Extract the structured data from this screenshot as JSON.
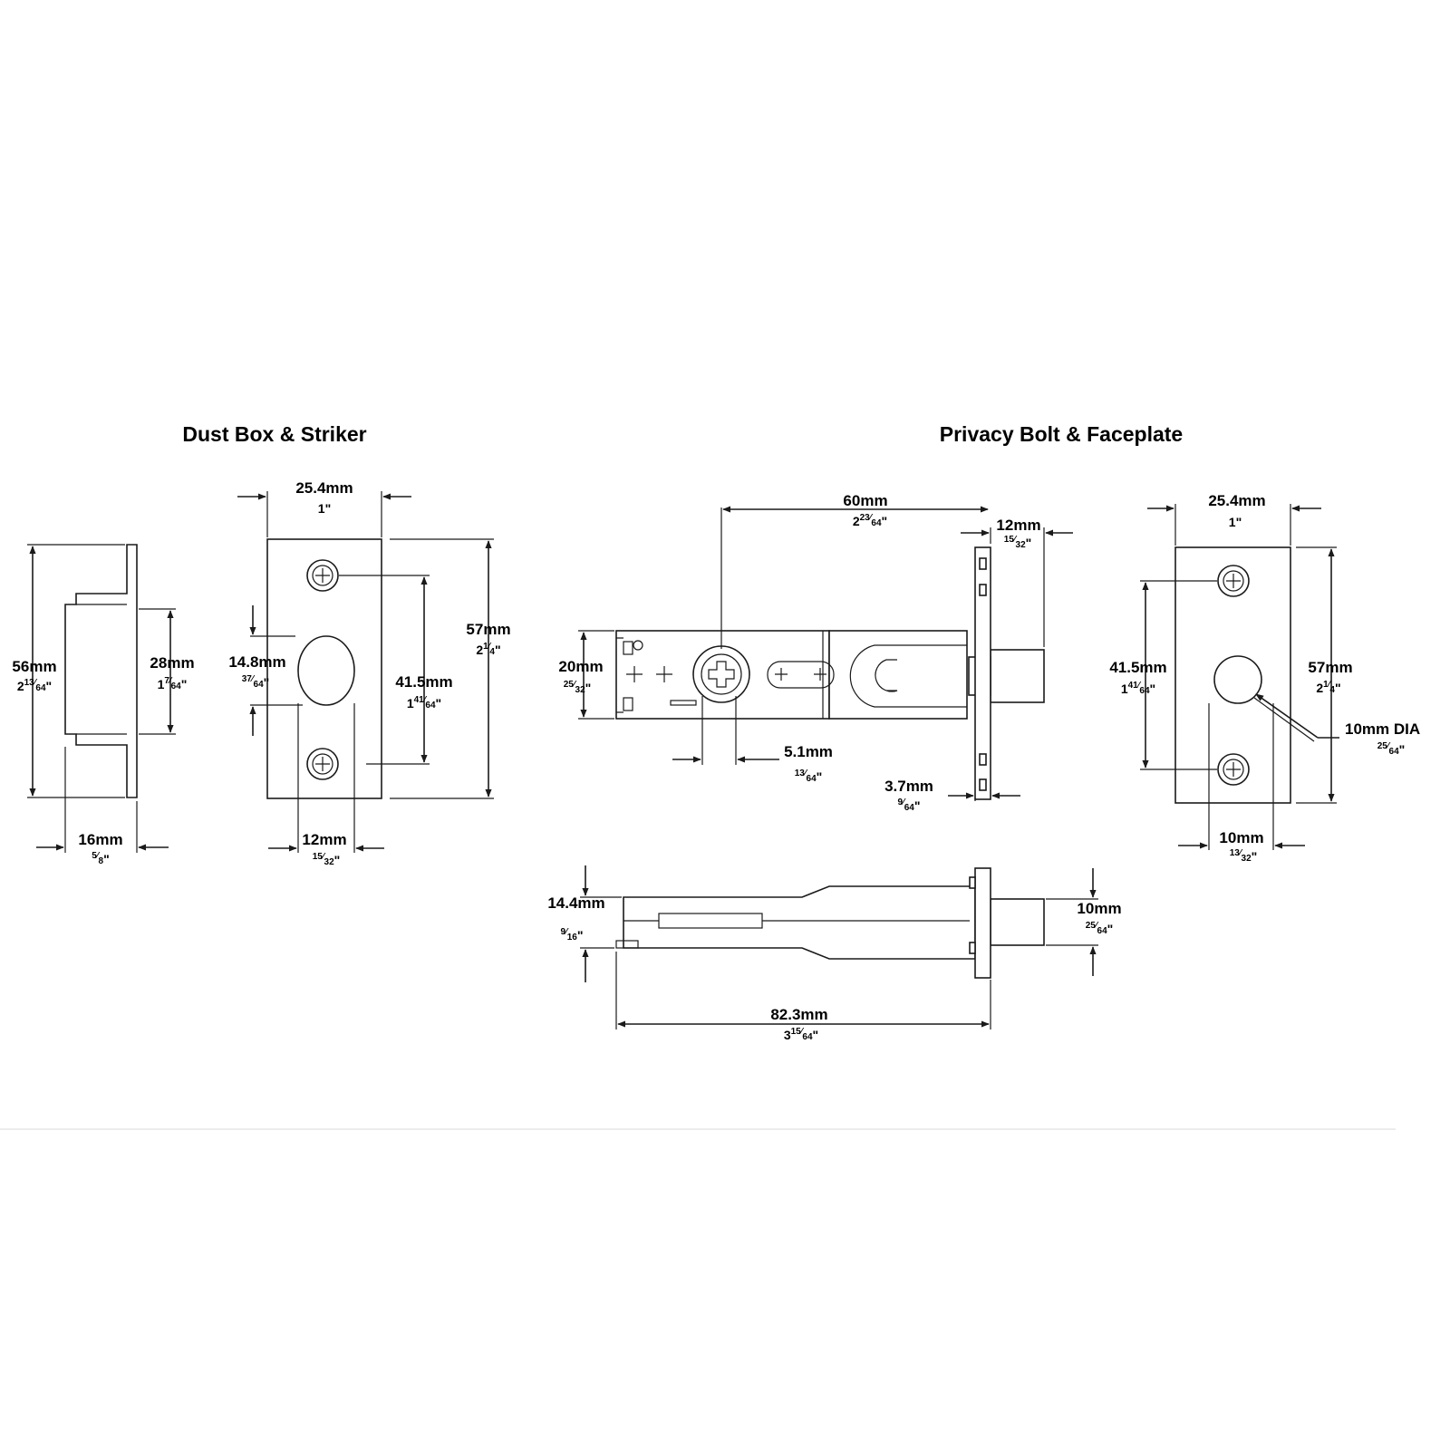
{
  "titles": {
    "dust_box": "Dust Box & Striker",
    "privacy_bolt": "Privacy Bolt & Faceplate"
  },
  "dims": {
    "dust_box_height": {
      "mm": "56mm",
      "in_whole": "2",
      "in_num": "13",
      "in_den": "64"
    },
    "dust_box_inner": {
      "mm": "28mm",
      "in_whole": "1",
      "in_num": "7",
      "in_den": "64"
    },
    "dust_box_depth": {
      "mm": "16mm",
      "in_whole": "",
      "in_num": "5",
      "in_den": "8"
    },
    "striker_width": {
      "mm": "25.4mm",
      "in_text": "1\""
    },
    "striker_height": {
      "mm": "57mm",
      "in_whole": "2",
      "in_num": "1",
      "in_den": "4"
    },
    "striker_hole": {
      "mm": "14.8mm",
      "in_whole": "",
      "in_num": "37",
      "in_den": "64"
    },
    "striker_spacing": {
      "mm": "41.5mm",
      "in_whole": "1",
      "in_num": "41",
      "in_den": "64"
    },
    "striker_hole_w": {
      "mm": "12mm",
      "in_whole": "",
      "in_num": "15",
      "in_den": "32"
    },
    "bolt_backset": {
      "mm": "60mm",
      "in_whole": "2",
      "in_num": "23",
      "in_den": "64"
    },
    "bolt_throw": {
      "mm": "12mm",
      "in_whole": "",
      "in_num": "15",
      "in_den": "32"
    },
    "bolt_height": {
      "mm": "20mm",
      "in_whole": "",
      "in_num": "25",
      "in_den": "32"
    },
    "bolt_spindle": {
      "mm": "5.1mm",
      "in_whole": "",
      "in_num": "13",
      "in_den": "64"
    },
    "bolt_plate": {
      "mm": "3.7mm",
      "in_whole": "",
      "in_num": "9",
      "in_den": "64"
    },
    "bolt_side_h": {
      "mm": "14.4mm",
      "in_whole": "",
      "in_num": "9",
      "in_den": "16"
    },
    "bolt_side_bolt": {
      "mm": "10mm",
      "in_whole": "",
      "in_num": "25",
      "in_den": "64"
    },
    "bolt_length": {
      "mm": "82.3mm",
      "in_whole": "3",
      "in_num": "15",
      "in_den": "64"
    },
    "face_width": {
      "mm": "25.4mm",
      "in_text": "1\""
    },
    "face_spacing": {
      "mm": "41.5mm",
      "in_whole": "1",
      "in_num": "41",
      "in_den": "64"
    },
    "face_height": {
      "mm": "57mm",
      "in_whole": "2",
      "in_num": "1",
      "in_den": "4"
    },
    "face_hole_dia": {
      "mm": "10mm DIA",
      "in_whole": "",
      "in_num": "25",
      "in_den": "64"
    },
    "face_hole_w": {
      "mm": "10mm",
      "in_whole": "",
      "in_num": "13",
      "in_den": "32"
    }
  }
}
